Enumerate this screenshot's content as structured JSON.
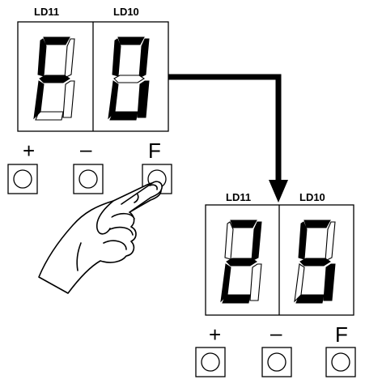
{
  "panel_top": {
    "digit_labels": [
      "LD11",
      "LD10"
    ],
    "digits": [
      "F",
      "0"
    ],
    "buttons": [
      "+",
      "–",
      "F"
    ]
  },
  "panel_bottom": {
    "digit_labels": [
      "LD11",
      "LD10"
    ],
    "digits": [
      "2",
      "5"
    ],
    "buttons": [
      "+",
      "–",
      "F"
    ]
  },
  "colors": {
    "ink": "#000000",
    "background": "#ffffff"
  },
  "icons": {
    "hand": "pointing-hand-icon",
    "arrow": "flow-arrow-icon"
  }
}
